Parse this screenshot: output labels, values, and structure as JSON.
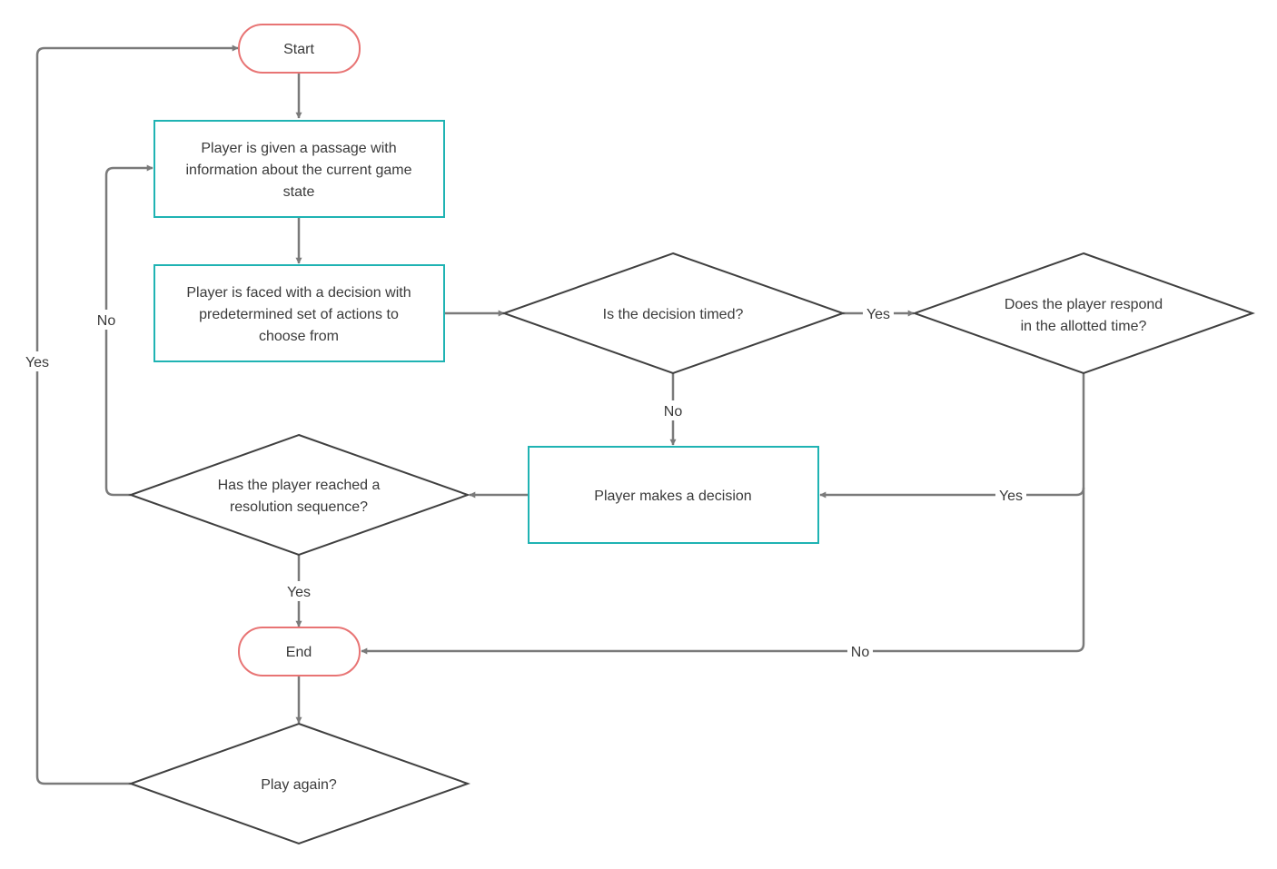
{
  "colors": {
    "terminal_border": "#e87474",
    "process_border": "#1fb3b3",
    "decision_border": "#404040",
    "connector": "#7a7a7a",
    "text": "#3a3a3a"
  },
  "nodes": {
    "start": {
      "shape": "terminal",
      "text": "Start"
    },
    "passage": {
      "shape": "process",
      "lines": [
        "Player is given a passage with",
        "information about the current game",
        "state"
      ]
    },
    "faced": {
      "shape": "process",
      "lines": [
        "Player is faced with a decision with",
        "predetermined set of actions to",
        "choose from"
      ]
    },
    "timed": {
      "shape": "decision",
      "lines": [
        "Is the decision timed?"
      ]
    },
    "respond": {
      "shape": "decision",
      "lines": [
        "Does the player respond",
        "in the allotted time?"
      ]
    },
    "makes": {
      "shape": "process",
      "lines": [
        "Player makes a decision"
      ]
    },
    "resolution": {
      "shape": "decision",
      "lines": [
        "Has the player reached a",
        "resolution sequence?"
      ]
    },
    "end": {
      "shape": "terminal",
      "text": "End"
    },
    "again": {
      "shape": "decision",
      "lines": [
        "Play again?"
      ]
    }
  },
  "edges": {
    "start_to_passage": {
      "label": ""
    },
    "passage_to_faced": {
      "label": ""
    },
    "faced_to_timed": {
      "label": ""
    },
    "timed_yes": {
      "label": "Yes"
    },
    "timed_no": {
      "label": "No"
    },
    "respond_yes": {
      "label": "Yes"
    },
    "respond_no": {
      "label": "No"
    },
    "makes_to_resolution": {
      "label": ""
    },
    "resolution_no": {
      "label": "No"
    },
    "resolution_yes": {
      "label": "Yes"
    },
    "end_to_again": {
      "label": ""
    },
    "again_yes": {
      "label": "Yes"
    }
  }
}
